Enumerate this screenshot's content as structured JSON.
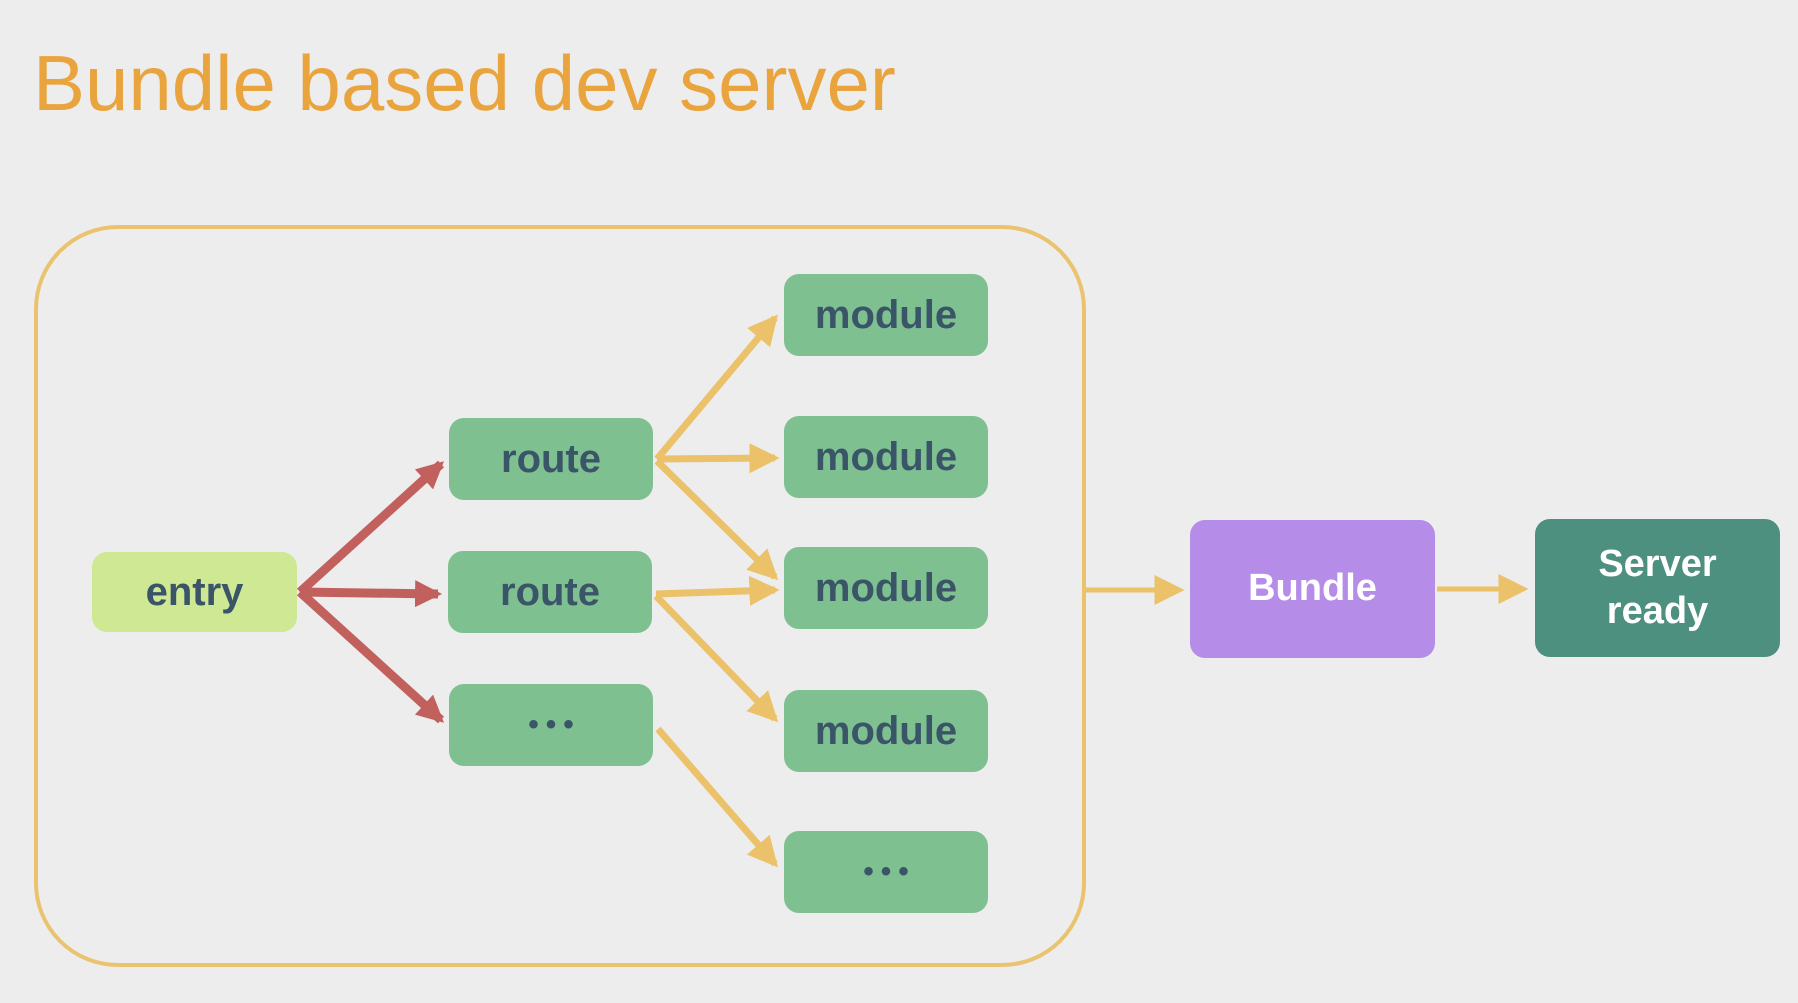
{
  "title": {
    "text": "Bundle based dev server"
  },
  "colors": {
    "background": "#EDEDED",
    "title": "#E9A43E",
    "container_border": "#EAC36F",
    "entry_fill": "#CFE893",
    "node_fill": "#7FC091",
    "node_text": "#3A5468",
    "bundle_fill": "#B58DE9",
    "server_fill": "#4E9080",
    "arrow_red": "#C2605E",
    "arrow_yellow": "#EBC16A",
    "light_text": "#FFFFFF"
  },
  "nodes": {
    "entry": "entry",
    "route1": "route",
    "route2": "route",
    "routes_more": "•••",
    "module1": "module",
    "module2": "module",
    "module3": "module",
    "module4": "module",
    "modules_more": "•••",
    "bundle": "Bundle",
    "server_line1": "Server",
    "server_line2": "ready"
  }
}
